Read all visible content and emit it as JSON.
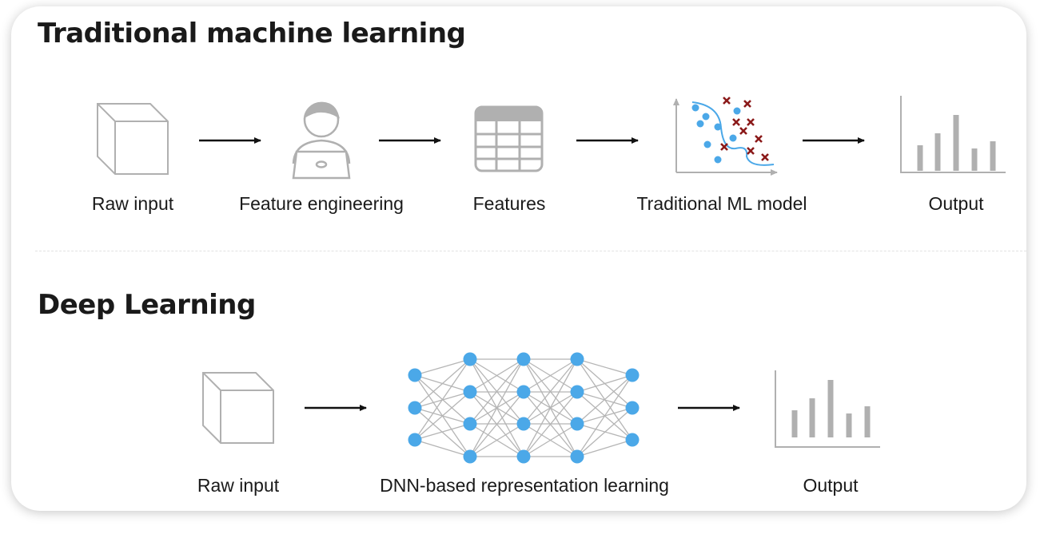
{
  "colors": {
    "icon_gray": "#b0b0b0",
    "arrow": "#111111",
    "node_blue": "#4ba8e8",
    "cross_red": "#8b1a1a",
    "edge_gray": "#b5b5b5"
  },
  "traditional": {
    "title": "Traditional machine learning",
    "steps": [
      {
        "label": "Raw input",
        "icon": "cube-icon"
      },
      {
        "label": "Feature engineering",
        "icon": "person-laptop-icon"
      },
      {
        "label": "Features",
        "icon": "table-icon"
      },
      {
        "label": "Traditional ML model",
        "icon": "scatter-plot-icon"
      },
      {
        "label": "Output",
        "icon": "bar-chart-icon"
      }
    ]
  },
  "deep": {
    "title": "Deep Learning",
    "steps": [
      {
        "label": "Raw input",
        "icon": "cube-icon"
      },
      {
        "label": "DNN-based representation learning",
        "icon": "neural-network-icon"
      },
      {
        "label": "Output",
        "icon": "bar-chart-icon"
      }
    ],
    "network_layers": [
      3,
      4,
      4,
      4,
      3
    ]
  }
}
